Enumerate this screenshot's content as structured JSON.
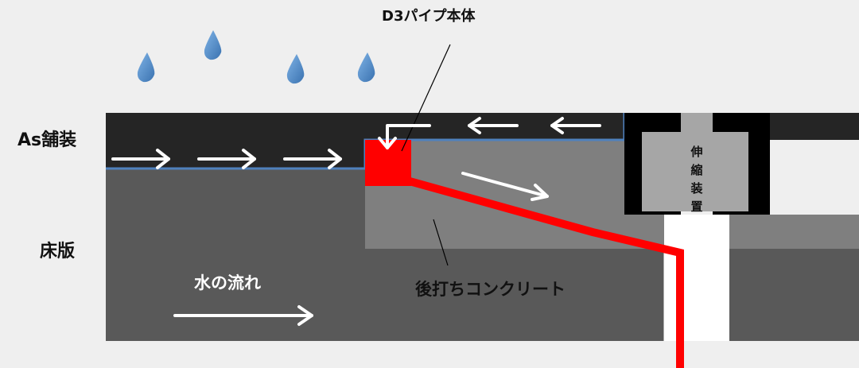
{
  "labels": {
    "pipe": "D3パイプ本体",
    "asphalt": "As舗装",
    "slab": "床版",
    "water_flow": "水の流れ",
    "concrete": "後打ちコンクリート",
    "expansion_joint": [
      "伸",
      "縮",
      "装",
      "置"
    ]
  },
  "colors": {
    "background": "#efefef",
    "asphalt": "#252525",
    "slab": "#595959",
    "post_concrete": "#7f7f7f",
    "joint_body": "#a6a6a6",
    "pipe": "#ff0000",
    "waterproof_line": "#4f81bd",
    "water_drop": "#5b9bd5",
    "arrow": "#ffffff"
  },
  "icons": {
    "drop": "water-drop-icon",
    "arrow": "right-arrow-icon"
  }
}
